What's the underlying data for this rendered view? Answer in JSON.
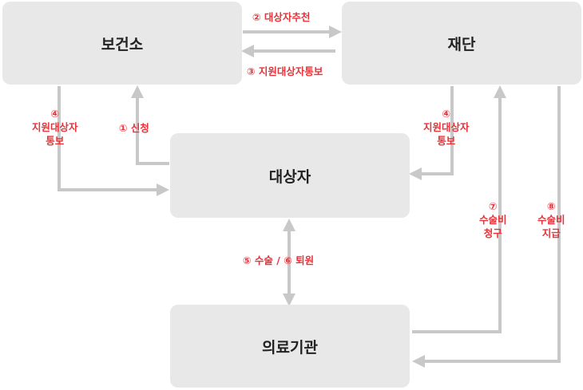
{
  "nodes": {
    "health_center": "보건소",
    "foundation": "재단",
    "recipient": "대상자",
    "medical_institution": "의료기관"
  },
  "steps": {
    "s1": "① 신청",
    "s2": "② 대상자추천",
    "s3": "③ 지원대상자통보",
    "s4_left": [
      "④",
      "지원대상자",
      "통보"
    ],
    "s4_right": [
      "④",
      "지원대상자",
      "통보"
    ],
    "s5_6": "⑤ 수술 / ⑥ 퇴원",
    "s7": [
      "⑦",
      "수술비",
      "청구"
    ],
    "s8": [
      "⑧",
      "수술비",
      "지급"
    ]
  },
  "colors": {
    "box_fill": "#e8e8e8",
    "arrow": "#c8c8c8",
    "label": "#e5343a",
    "node_text": "#222222"
  }
}
